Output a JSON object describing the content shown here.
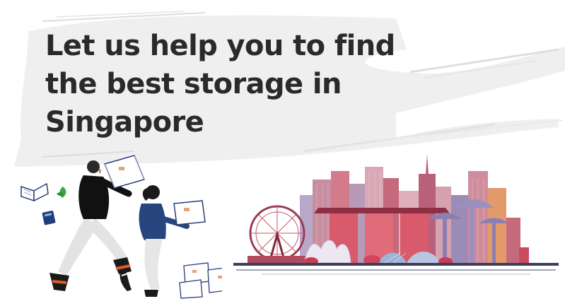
{
  "hero": {
    "headline_lines": [
      "Let us help you to find",
      "the best storage in",
      "Singapore"
    ]
  },
  "illustrations": {
    "people": "two-people-carrying-boxes",
    "skyline": "singapore-skyline",
    "icons": [
      "open-book-icon",
      "leaf-icon",
      "book-icon"
    ]
  },
  "colors": {
    "headline": "#2a2a2a",
    "brush": "#e9e9e9",
    "skyline_pink": "#d9909c",
    "skyline_red": "#c8556a",
    "skyline_purple": "#8a7fb0",
    "navy": "#1f3f7a",
    "dark": "#1a1a1a"
  }
}
